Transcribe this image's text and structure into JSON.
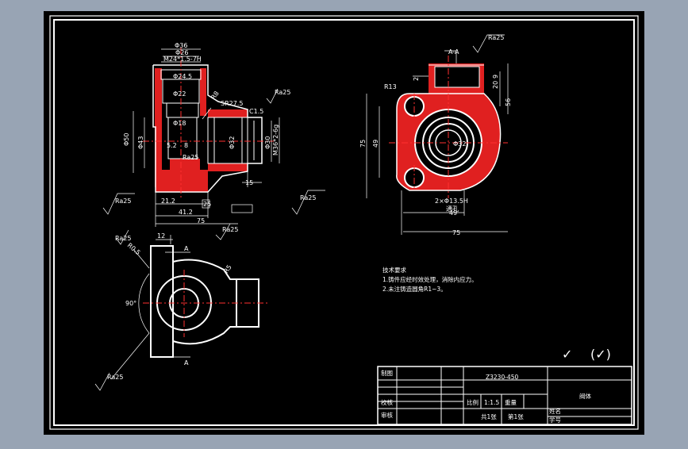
{
  "window": {
    "frame_color": "#98a4b4",
    "sheet_color": "#000000"
  },
  "colors": {
    "line": "#ffffff",
    "hatch": "#ff2020",
    "center": "#ff3030",
    "dim": "#ffffff"
  },
  "top_view": {
    "dims": {
      "d36": "Φ36",
      "d26": "Φ26",
      "m24": "M24*1.5-7H",
      "d24_5": "Φ24.5",
      "d22": "Φ22",
      "d18": "Φ18",
      "dim_5_2": "5.2",
      "dim_8": "8",
      "dim_d50": "Φ50",
      "dim_d43": "Φ43",
      "sr": "SR27.5",
      "r8": "R8",
      "c": "C1.5",
      "d32": "Φ32",
      "d30": "Φ30",
      "m36": "M36*2-6g",
      "dim_15": "15",
      "dim_21": "21.2",
      "dim_41": "41.2",
      "dim_75": "75",
      "dim_25": "25"
    },
    "roughness": [
      "Ra25",
      "Ra25",
      "Ra25",
      "Ra25",
      "Ra25"
    ]
  },
  "section_view": {
    "title": "A-A",
    "dims": {
      "r13": "R13",
      "d32": "Φ32",
      "dim_75": "75",
      "dim_49": "49",
      "dim_2": "2",
      "dim_9": "9",
      "dim_20": "20",
      "dim_56": "56",
      "hole": "2×Φ13.5H",
      "tong": "通孔",
      "dim_49b": "49",
      "dim_75b": "75"
    },
    "roughness": "Ra25"
  },
  "bottom_view": {
    "dims": {
      "dim_12": "12",
      "r0_5": "R0.5",
      "angle": "90°",
      "r5": "R5",
      "a_top": "A",
      "a_bot": "A"
    },
    "roughness": [
      "Ra25",
      "Ra25"
    ]
  },
  "notes": {
    "heading": "技术要求",
    "line1": "1.铸件应经时效处理，消除内应力。",
    "line2": "2.未注铸造圆角R1~3。"
  },
  "title_block": {
    "drawn": "制图",
    "checked": "校核",
    "approved": "审核",
    "part_name": "Z3230-450",
    "ratio_label": "比例",
    "ratio": "1:1.5",
    "weight_label": "重量",
    "sheets": "共1张",
    "sheet_no": "第1张",
    "right_title": "阀体",
    "name_label": "姓名",
    "id_label": "学号"
  },
  "corner_marks": {
    "check1": "✓",
    "check2": "(✓)"
  }
}
